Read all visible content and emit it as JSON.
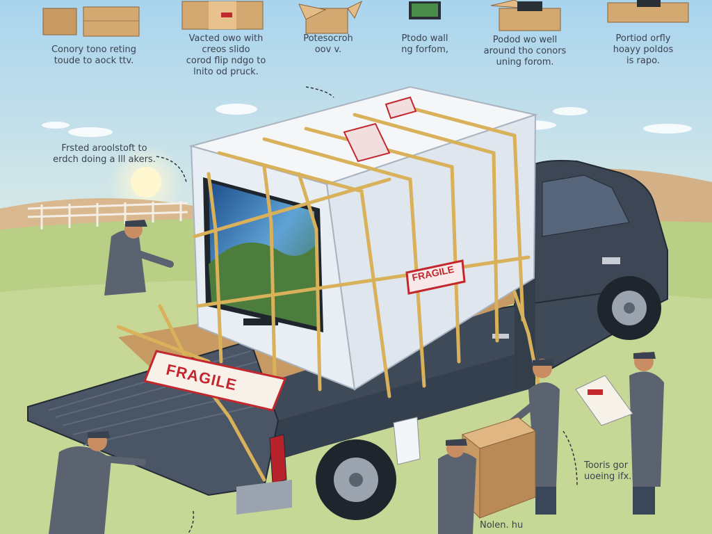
{
  "captions": {
    "step1": "Conory tono reting\ntoude to aock ttv.",
    "step2": "Vacted owo with\ncreos slido\ncorod flip ndgo to\nlnito od pruck.",
    "step3": "Potesocroh\noov v.",
    "step4": "Ptodo wall\nng forfom,",
    "step5": "Podod wo well\naround tho conors\nuning forom.",
    "step6": "Portiod orfly\nhoayy poldos\nis rapo.",
    "side_note": "Frsted aroolstoft to\nerdch doing a lll akers.",
    "right_note": "Tooris gor\nuoeing ifx.",
    "bottom_note": "Nolen. hu"
  },
  "labels": {
    "fragile_tailgate": "FRAGILE",
    "fragile_box_side": "FRAGILE"
  },
  "colors": {
    "sky": "#cfe6f2",
    "grass": "#b9cf86",
    "truck": "#3c4654",
    "cardboard": "#c89a63",
    "wrap": "#e9eef4",
    "strap": "#d8b15a",
    "fragile_red": "#c2272d"
  }
}
